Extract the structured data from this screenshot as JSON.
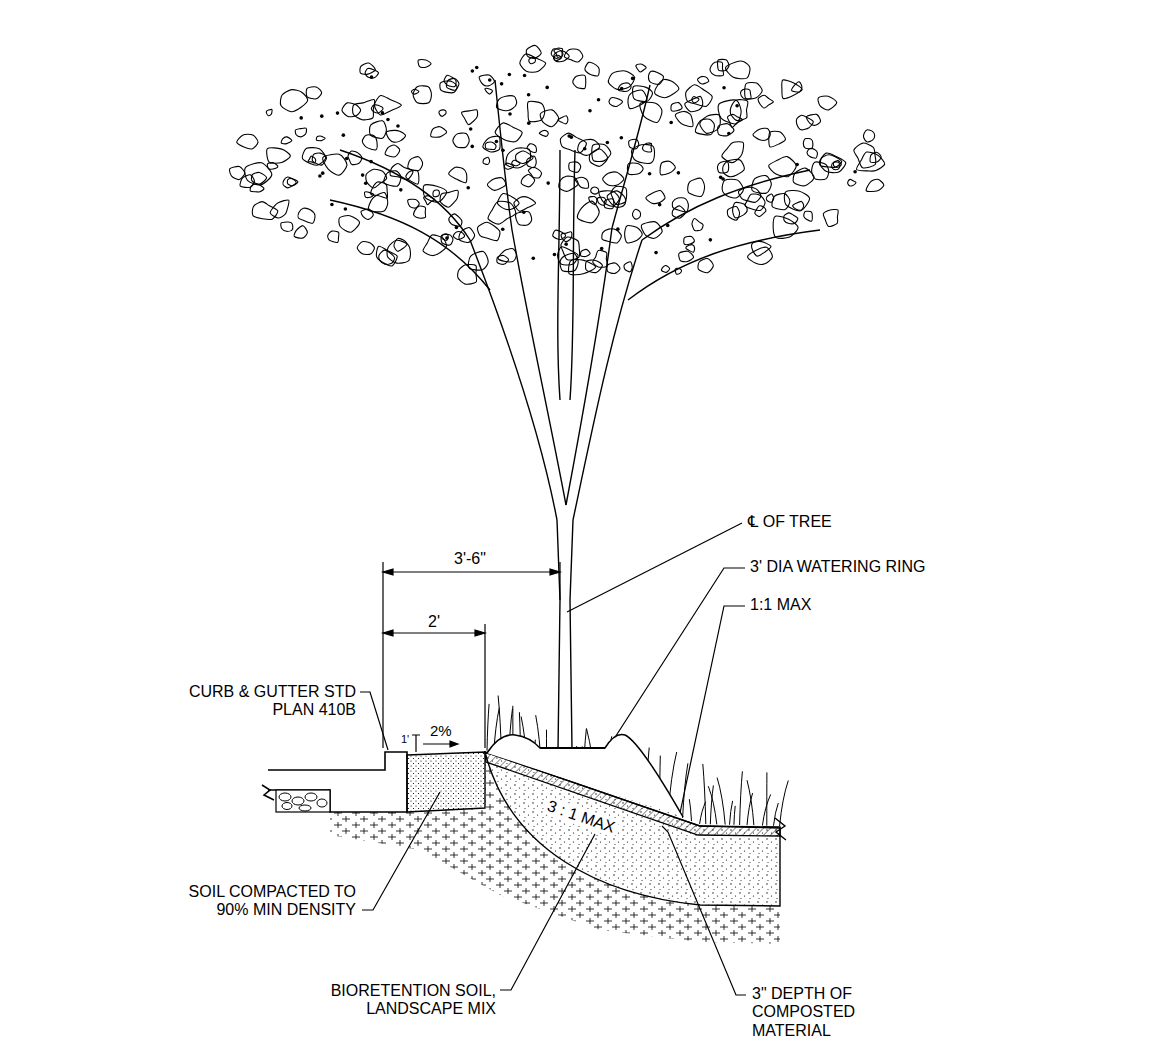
{
  "diagram": {
    "labels": [
      "℄ OF TREE",
      "3' DIA WATERING RING",
      "1:1 MAX",
      "3'-6\"",
      "2'",
      "CURB & GUTTER STD PLAN 410B",
      "1'",
      "2%",
      "3 : 1 MAX",
      "SOIL COMPACTED TO 90% MIN DENSITY",
      "BIORETENTION SOIL, LANDSCAPE MIX",
      "3\" DEPTH OF COMPOSTED MATERIAL"
    ]
  }
}
